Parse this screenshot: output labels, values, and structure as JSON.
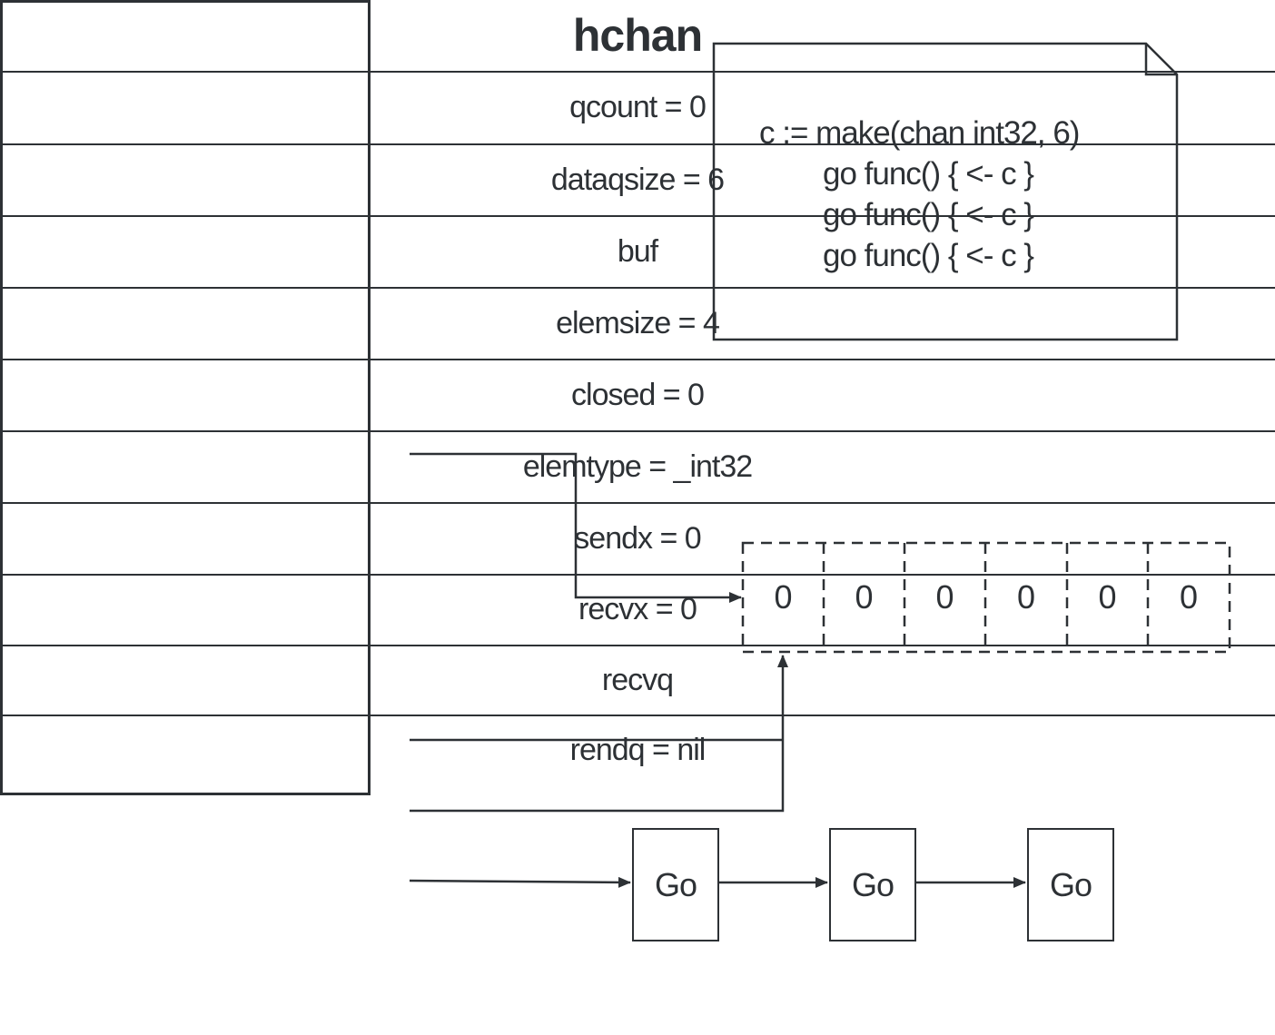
{
  "hchan": {
    "title": "hchan",
    "fields": [
      "qcount = 0",
      "dataqsize = 6",
      "buf",
      "elemsize = 4",
      "closed = 0",
      "elemtype = _int32",
      "sendx = 0",
      "recvx = 0",
      "recvq",
      "rendq = nil"
    ]
  },
  "buffer": {
    "cells": [
      "0",
      "0",
      "0",
      "0",
      "0",
      "0"
    ]
  },
  "recv_queue": {
    "goroutines": [
      "Go",
      "Go",
      "Go"
    ]
  },
  "note": {
    "code_lines": [
      "c := make(chan int32, 6)",
      "go func() { <- c }",
      "go func() { <- c }",
      "go func() { <- c }"
    ]
  },
  "colors": {
    "stroke": "#2d3135",
    "background": "#ffffff"
  }
}
